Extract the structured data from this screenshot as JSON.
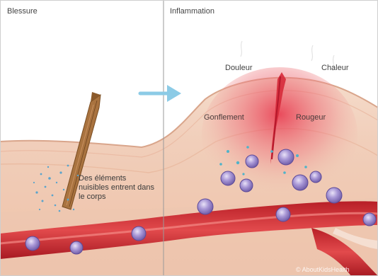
{
  "panels": {
    "left_title": "Blessure",
    "right_title": "Inflammation"
  },
  "labels": {
    "pain": "Douleur",
    "heat": "Chaleur",
    "swelling": "Gonflement",
    "redness": "Rougeur",
    "description": "Des éléments nuisibles entrent dans le corps"
  },
  "credit": "© AboutKidsHealth",
  "colors": {
    "skin_top": "#f7e3d4",
    "skin_mid": "#f2cdb8",
    "skin_layer": "#f7dccb",
    "skin_deep": "#ecc0a4",
    "vessel_outer": "#c7242c",
    "vessel_inner": "#e04a4e",
    "inflammation_red": "#e8334a",
    "immune_cell": "#9a86c9",
    "immune_cell_dark": "#6d5aa6",
    "particles": "#5aa4cc",
    "arrow": "#8ccbe6",
    "splinter": "#8b5a2b"
  }
}
